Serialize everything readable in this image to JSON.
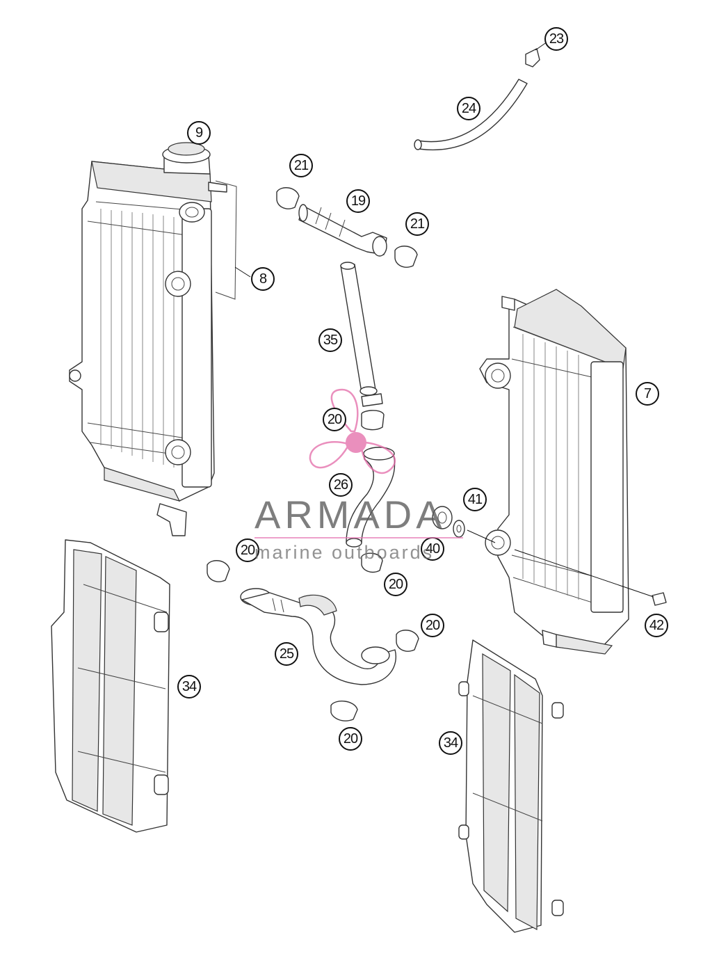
{
  "callouts": [
    {
      "id": "c23",
      "label": "23"
    },
    {
      "id": "c24",
      "label": "24"
    },
    {
      "id": "c9",
      "label": "9"
    },
    {
      "id": "c21a",
      "label": "21"
    },
    {
      "id": "c19",
      "label": "19"
    },
    {
      "id": "c21b",
      "label": "21"
    },
    {
      "id": "c8",
      "label": "8"
    },
    {
      "id": "c35",
      "label": "35"
    },
    {
      "id": "c7",
      "label": "7"
    },
    {
      "id": "c20a",
      "label": "20"
    },
    {
      "id": "c26",
      "label": "26"
    },
    {
      "id": "c41",
      "label": "41"
    },
    {
      "id": "c20b",
      "label": "20"
    },
    {
      "id": "c40",
      "label": "40"
    },
    {
      "id": "c20c",
      "label": "20"
    },
    {
      "id": "c42",
      "label": "42"
    },
    {
      "id": "c20d",
      "label": "20"
    },
    {
      "id": "c25",
      "label": "25"
    },
    {
      "id": "c34a",
      "label": "34"
    },
    {
      "id": "c34b",
      "label": "34"
    },
    {
      "id": "c20e",
      "label": "20"
    }
  ],
  "watermark": {
    "brand": "ARMADA",
    "tagline": "marine outboards",
    "accent_color": "#e36aa8"
  }
}
